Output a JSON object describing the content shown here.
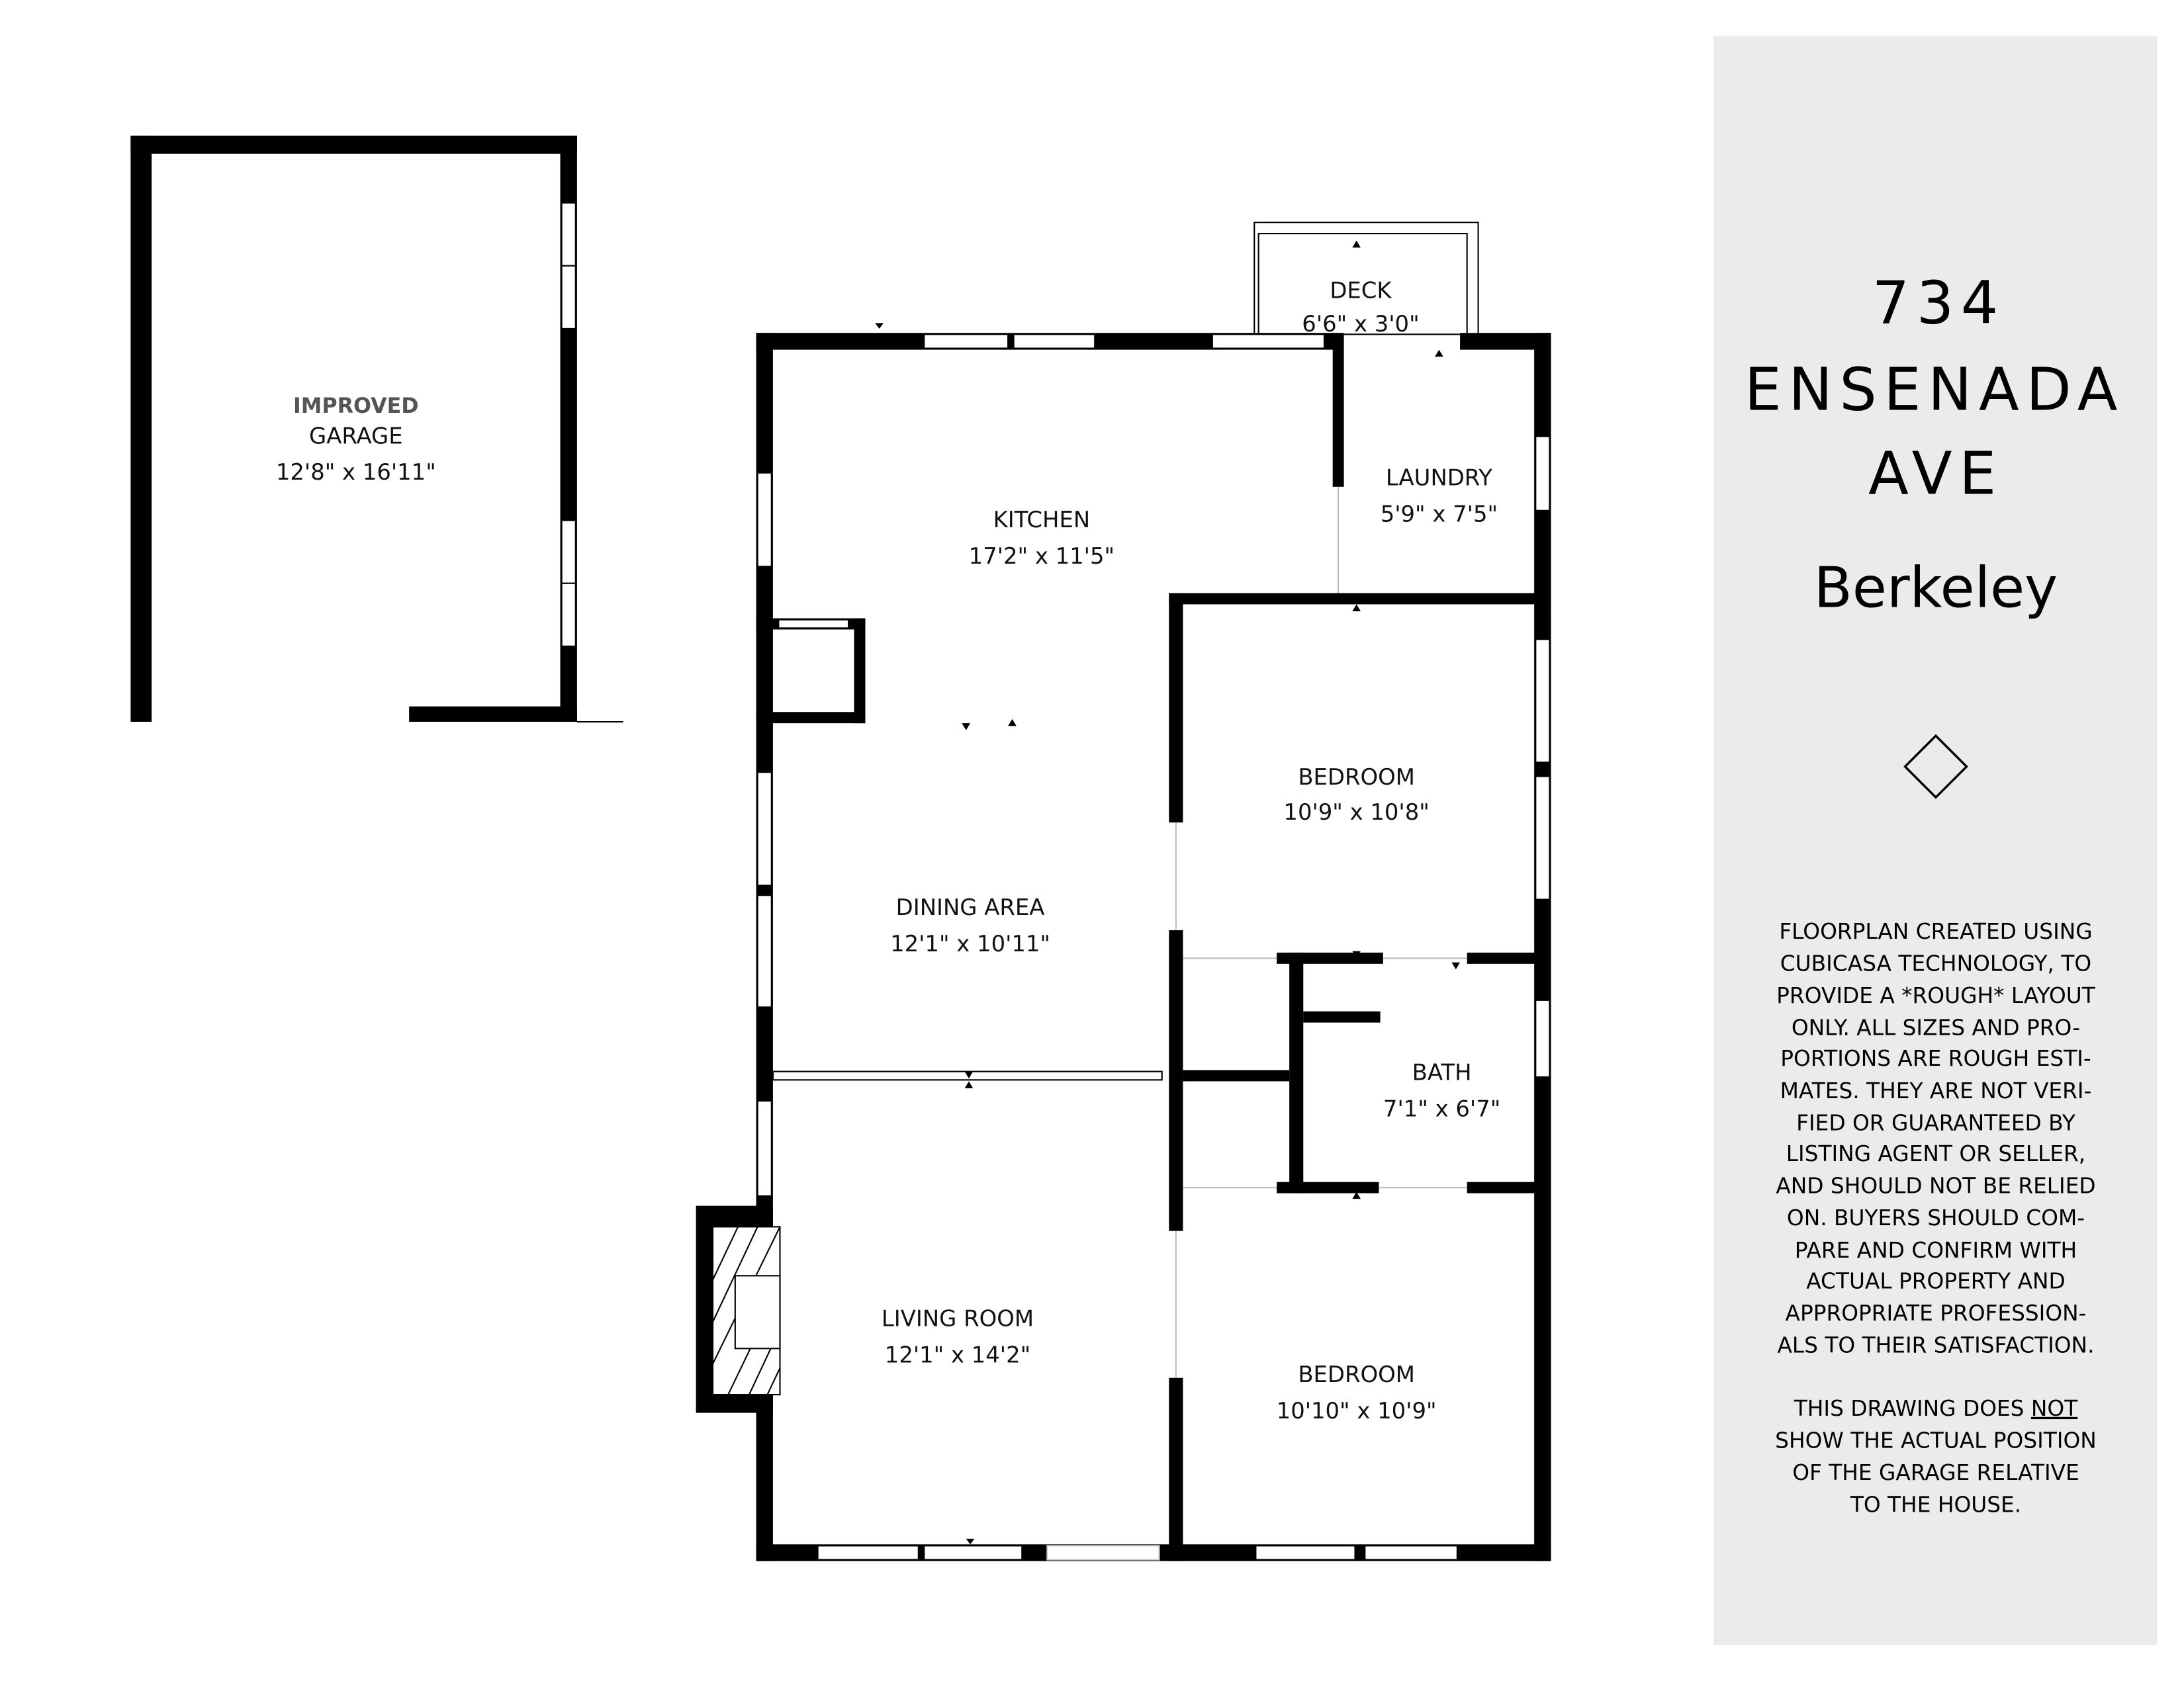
{
  "rooms": {
    "garage": {
      "name_line1": "IMPROVED",
      "name_line2": "GARAGE",
      "size": "12'8\" x 16'11\""
    },
    "deck": {
      "name": "DECK",
      "size": "6'6\" x 3'0\""
    },
    "kitchen": {
      "name": "KITCHEN",
      "size": "17'2\" x 11'5\""
    },
    "laundry": {
      "name": "LAUNDRY",
      "size": "5'9\" x 7'5\""
    },
    "bedroom1": {
      "name": "BEDROOM",
      "size": "10'9\" x 10'8\""
    },
    "dining": {
      "name": "DINING AREA",
      "size": "12'1\" x 10'11\""
    },
    "bath": {
      "name": "BATH",
      "size": "7'1\" x 6'7\""
    },
    "living": {
      "name": "LIVING ROOM",
      "size": "12'1\" x 14'2\""
    },
    "bedroom2": {
      "name": "BEDROOM",
      "size": "10'10\" x 10'9\""
    }
  },
  "panel": {
    "address_line1": "734",
    "address_line2": "ENSENADA",
    "address_line3": "AVE",
    "city": "Berkeley",
    "icon": "diamond-icon",
    "background": "#ebebeb",
    "disclaimer": {
      "lines": [
        "FLOORPLAN CREATED USING",
        "CUBICASA TECHNOLOGY, TO",
        "PROVIDE A *ROUGH* LAYOUT",
        "ONLY. ALL SIZES AND PRO-",
        "PORTIONS ARE ROUGH ESTI-",
        "MATES. THEY ARE NOT VERI-",
        "FIED OR GUARANTEED BY",
        "LISTING AGENT OR SELLER,",
        "AND SHOULD NOT BE RELIED",
        "ON. BUYERS SHOULD COM-",
        "PARE AND CONFIRM WITH",
        "ACTUAL PROPERTY AND",
        "APPROPRIATE PROFESSION-",
        "ALS TO THEIR SATISFACTION."
      ],
      "note_start": "THIS DRAWING DOES ",
      "note_emphasis": "NOT",
      "note_lines": [
        "SHOW THE ACTUAL POSITION",
        "OF THE GARAGE RELATIVE",
        "TO THE HOUSE."
      ]
    }
  }
}
